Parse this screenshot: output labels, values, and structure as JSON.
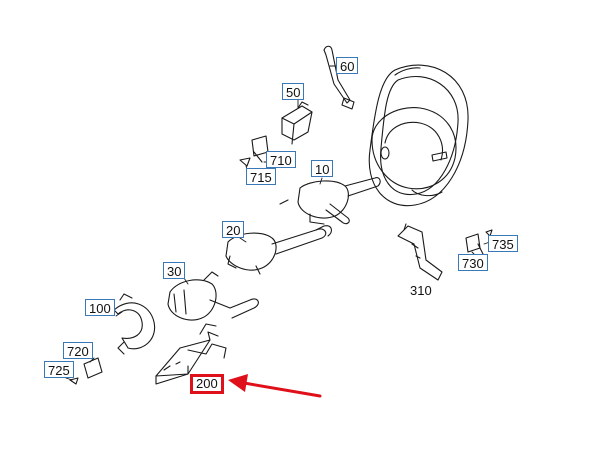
{
  "callouts": [
    {
      "id": "60",
      "text": "60"
    },
    {
      "id": "50",
      "text": "50"
    },
    {
      "id": "710",
      "text": "710"
    },
    {
      "id": "715",
      "text": "715"
    },
    {
      "id": "10",
      "text": "10"
    },
    {
      "id": "20",
      "text": "20"
    },
    {
      "id": "30",
      "text": "30"
    },
    {
      "id": "100",
      "text": "100"
    },
    {
      "id": "720",
      "text": "720"
    },
    {
      "id": "725",
      "text": "725"
    },
    {
      "id": "200",
      "text": "200"
    },
    {
      "id": "735",
      "text": "735"
    },
    {
      "id": "730",
      "text": "730"
    }
  ],
  "plain_labels": [
    {
      "id": "310",
      "text": "310"
    }
  ],
  "highlight": {
    "part": "200",
    "color": "#e0101a"
  },
  "colors": {
    "line": "#1a1a1a",
    "callout_border": "#3a78b8"
  }
}
